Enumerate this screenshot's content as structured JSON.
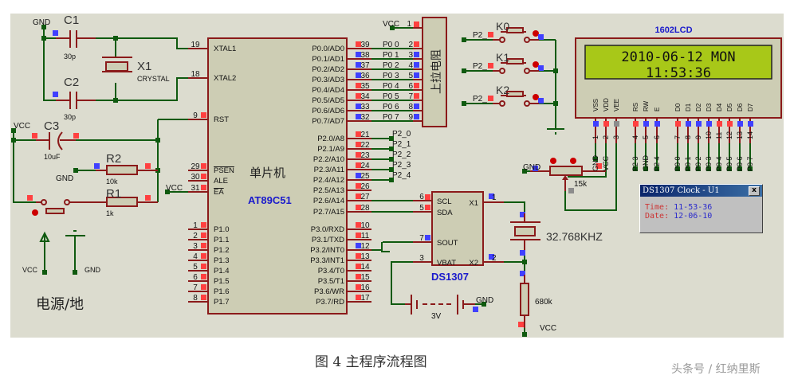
{
  "schematic": {
    "colors": {
      "background": "#dcdccf",
      "wire": "#0f5a0f",
      "component_outline": "#8b1a1a",
      "component_fill": "#cdcdb4",
      "pin_marker_high": "#ff4040",
      "pin_marker_low": "#4040ff",
      "pin_marker_float": "#8c8c8c",
      "chip_label": "#1a1acc",
      "lcd_screen": "#a8c818"
    },
    "crystal_section": {
      "gnd_label": "GND",
      "c1": {
        "name": "C1",
        "value": "30p"
      },
      "c2": {
        "name": "C2",
        "value": "30p"
      },
      "x1": {
        "name": "X1",
        "value": "CRYSTAL"
      }
    },
    "reset_section": {
      "vcc_label": "VCC",
      "c3": {
        "name": "C3",
        "value": "10uF"
      },
      "r2": {
        "name": "R2",
        "value": "10k"
      },
      "r1": {
        "name": "R1",
        "value": "1k"
      },
      "gnd_label": "GND"
    },
    "power_section": {
      "vcc_label": "VCC",
      "gnd_label": "GND",
      "title": "电源/地"
    },
    "mcu": {
      "label_cn": "单片机",
      "part": "AT89C51",
      "vcc_label": "VCC",
      "left_pins": [
        {
          "num": "19",
          "name": "XTAL1"
        },
        {
          "num": "18",
          "name": "XTAL2"
        },
        {
          "num": "9",
          "name": "RST"
        },
        {
          "num": "29",
          "name": "PSEN"
        },
        {
          "num": "30",
          "name": "ALE"
        },
        {
          "num": "31",
          "name": "EA"
        },
        {
          "num": "1",
          "name": "P1.0"
        },
        {
          "num": "2",
          "name": "P1.1"
        },
        {
          "num": "3",
          "name": "P1.2"
        },
        {
          "num": "4",
          "name": "P1.3"
        },
        {
          "num": "5",
          "name": "P1.4"
        },
        {
          "num": "6",
          "name": "P1.5"
        },
        {
          "num": "7",
          "name": "P1.6"
        },
        {
          "num": "8",
          "name": "P1.7"
        }
      ],
      "right_pins": [
        {
          "num": "39",
          "name": "P0.0/AD0"
        },
        {
          "num": "38",
          "name": "P0.1/AD1"
        },
        {
          "num": "37",
          "name": "P0.2/AD2"
        },
        {
          "num": "36",
          "name": "P0.3/AD3"
        },
        {
          "num": "35",
          "name": "P0.4/AD4"
        },
        {
          "num": "34",
          "name": "P0.5/AD5"
        },
        {
          "num": "33",
          "name": "P0.6/AD6"
        },
        {
          "num": "32",
          "name": "P0.7/AD7"
        },
        {
          "num": "21",
          "name": "P2.0/A8"
        },
        {
          "num": "22",
          "name": "P2.1/A9"
        },
        {
          "num": "23",
          "name": "P2.2/A10"
        },
        {
          "num": "24",
          "name": "P2.3/A11"
        },
        {
          "num": "25",
          "name": "P2.4/A12"
        },
        {
          "num": "26",
          "name": "P2.5/A13"
        },
        {
          "num": "27",
          "name": "P2.6/A14"
        },
        {
          "num": "28",
          "name": "P2.7/A15"
        },
        {
          "num": "10",
          "name": "P3.0/RXD"
        },
        {
          "num": "11",
          "name": "P3.1/TXD"
        },
        {
          "num": "12",
          "name": "P3.2/INT0"
        },
        {
          "num": "13",
          "name": "P3.3/INT1"
        },
        {
          "num": "14",
          "name": "P3.4/T0"
        },
        {
          "num": "15",
          "name": "P3.5/T1"
        },
        {
          "num": "16",
          "name": "P3.6/WR"
        },
        {
          "num": "17",
          "name": "P3.7/RD"
        }
      ]
    },
    "p0_nets": [
      "P0_0",
      "P0_1",
      "P0_2",
      "P0_3",
      "P0_4",
      "P0_5",
      "P0_6",
      "P0_7"
    ],
    "p2_nets": [
      "P2_0",
      "P2_1",
      "P2_2",
      "P2_3",
      "P2_4"
    ],
    "pullup": {
      "label": "上拉电阻",
      "vcc_label": "VCC",
      "pins": [
        "1",
        "2",
        "3",
        "4",
        "5",
        "6",
        "7",
        "8",
        "9"
      ]
    },
    "keys": [
      {
        "name": "K0",
        "net": "P2_"
      },
      {
        "name": "K1",
        "net": "P2_"
      },
      {
        "name": "K2",
        "net": "P2_"
      }
    ],
    "lcd": {
      "title": "1602LCD",
      "line1": "2010-06-12 MON",
      "line2": "11:53:36",
      "pins": [
        {
          "num": "1",
          "name": "VSS",
          "net": "GND"
        },
        {
          "num": "2",
          "name": "VDD",
          "net": "VCC"
        },
        {
          "num": "3",
          "name": "VEE",
          "net": ""
        },
        {
          "num": "4",
          "name": "RS",
          "net": "P2_3"
        },
        {
          "num": "5",
          "name": "RW",
          "net": "GND"
        },
        {
          "num": "6",
          "name": "E",
          "net": "P2_4"
        },
        {
          "num": "7",
          "name": "D0",
          "net": "P0_0"
        },
        {
          "num": "8",
          "name": "D1",
          "net": "P0_1"
        },
        {
          "num": "9",
          "name": "D2",
          "net": "P0_2"
        },
        {
          "num": "10",
          "name": "D3",
          "net": "P0_3"
        },
        {
          "num": "11",
          "name": "D4",
          "net": "P0_4"
        },
        {
          "num": "12",
          "name": "D5",
          "net": "P0_5"
        },
        {
          "num": "13",
          "name": "D6",
          "net": "P0_6"
        },
        {
          "num": "14",
          "name": "D7",
          "net": "P0_7"
        }
      ]
    },
    "pot": {
      "value": "15k",
      "gnd_label": "GND"
    },
    "rtc": {
      "part": "DS1307",
      "pins": [
        {
          "num": "6",
          "name": "SCL"
        },
        {
          "num": "5",
          "name": "SDA"
        },
        {
          "num": "7",
          "name": "SOUT"
        },
        {
          "num": "3",
          "name": "VBAT"
        },
        {
          "num": "1",
          "name": "X1"
        },
        {
          "num": "2",
          "name": "X2"
        }
      ],
      "crystal_value": "32.768KHZ",
      "resistor_value": "680k",
      "vcc_label": "VCC",
      "battery_value": "3V",
      "gnd_label": "GND"
    }
  },
  "clock_window": {
    "title": "DS1307 Clock - U1",
    "close_glyph": "x",
    "time_label": "Time:",
    "time_value": "11-53-36",
    "date_label": "Date:",
    "date_value": "12-06-10"
  },
  "caption": "图 4  主程序流程图",
  "watermark": "头条号 / 红纳里斯"
}
